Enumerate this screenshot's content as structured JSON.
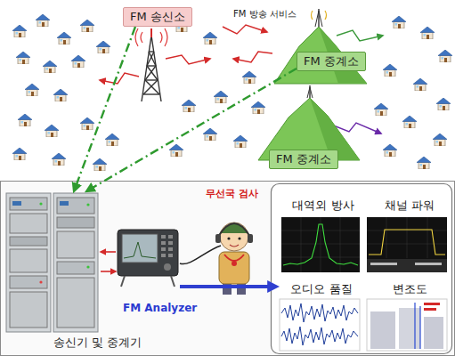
{
  "diagram": {
    "nodes": [
      {
        "text": [
          "FM 송신소"
        ]
      },
      {
        "text": [
          "FM 중계소"
        ]
      },
      {
        "text": [
          "FM 중계소"
        ]
      },
      {
        "text": [
          "송신기 및 중계기"
        ]
      },
      {
        "text": [
          "FM Analyzer"
        ]
      },
      {
        "text": [
          "대역외 방사"
        ]
      },
      {
        "text": [
          "채널 파워"
        ]
      },
      {
        "text": [
          "오디오 품질"
        ]
      },
      {
        "text": [
          "변조도"
        ]
      }
    ],
    "edges": [
      {
        "from": 0,
        "to": 3,
        "arrow": "to"
      },
      {
        "from": 1,
        "to": 3,
        "arrow": "to"
      },
      {
        "from": 4,
        "to": 3,
        "arrow": "to"
      },
      {
        "from": 3,
        "to": 4,
        "arrow": "to"
      },
      {
        "from": 4,
        "to": 7,
        "arrow": "to"
      }
    ],
    "labels": [
      "FM 방송 서비스",
      "무선국 검사"
    ]
  }
}
